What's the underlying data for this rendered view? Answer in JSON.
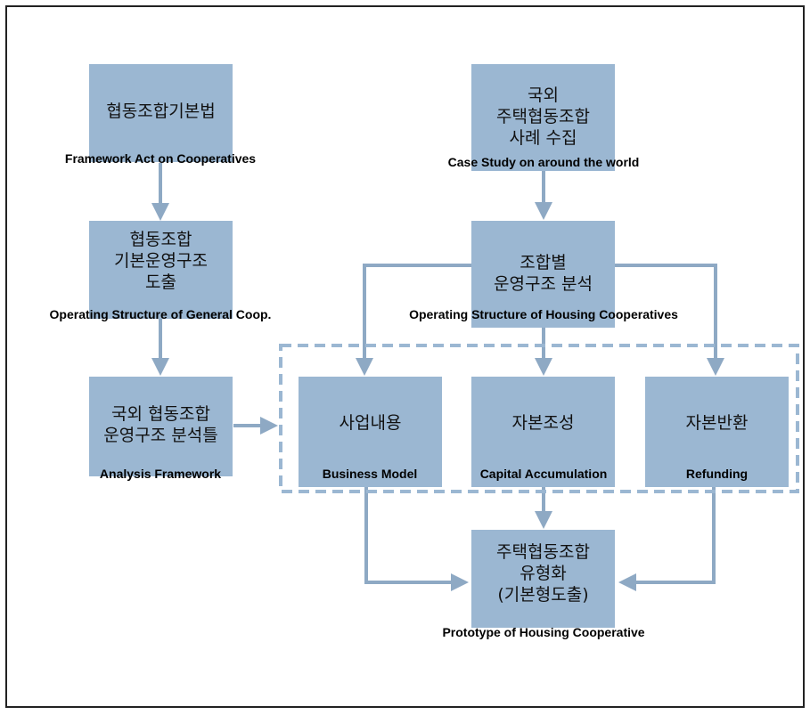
{
  "nodes": {
    "framework_act": {
      "kr": "협동조합기본법",
      "en": "Framework Act on Cooperatives"
    },
    "general_structure": {
      "kr": "협동조합\n기본운영구조\n도출",
      "en": "Operating Structure of General Coop."
    },
    "analysis_framework": {
      "kr": "국외 협동조합\n운영구조 분석틀",
      "en": "Analysis Framework"
    },
    "case_study": {
      "kr": "국외\n주택협동조합\n사례 수집",
      "en": "Case Study on around the world"
    },
    "housing_structure": {
      "kr": "조합별\n운영구조 분석",
      "en": "Operating Structure of Housing Cooperatives"
    },
    "business_model": {
      "kr": "사업내용",
      "en": "Business Model"
    },
    "capital_accumulation": {
      "kr": "자본조성",
      "en": "Capital Accumulation"
    },
    "refunding": {
      "kr": "자본반환",
      "en": "Refunding"
    },
    "prototype": {
      "kr": "주택협동조합\n유형화\n(기본형도출)",
      "en": "Prototype of Housing Cooperative"
    }
  },
  "colors": {
    "box": "#9bb7d2",
    "arrow": "#8ea9c4",
    "dashed": "#9bb7d2"
  }
}
